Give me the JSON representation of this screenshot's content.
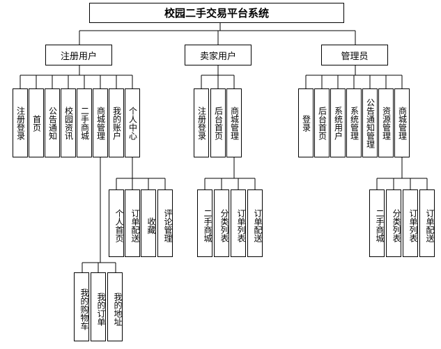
{
  "title": "校园二手交易平台系统",
  "roles": {
    "registered": {
      "label": "注册用户",
      "children": [
        "注册登录",
        "首页",
        "公告通知",
        "校园资讯",
        "二手商城",
        "商城管理",
        "我的账户",
        "个人中心"
      ],
      "shop_children": [
        "我的购物车",
        "我的订单",
        "我的地址"
      ],
      "center_children": [
        "个人首页",
        "订单配送",
        "收藏",
        "评论管理"
      ]
    },
    "seller": {
      "label": "卖家用户",
      "children": [
        "注册登录",
        "后台首页",
        "商城管理"
      ],
      "shop_children": [
        "二手商城",
        "分类列表",
        "订单列表",
        "订单配送"
      ]
    },
    "admin": {
      "label": "管理员",
      "children": [
        "登录",
        "后台首页",
        "系统用户",
        "系统管理",
        "公告通知管理",
        "资源管理",
        "商城管理"
      ],
      "shop_children": [
        "二手商城",
        "分类列表",
        "订单列表",
        "订单配送"
      ]
    }
  }
}
